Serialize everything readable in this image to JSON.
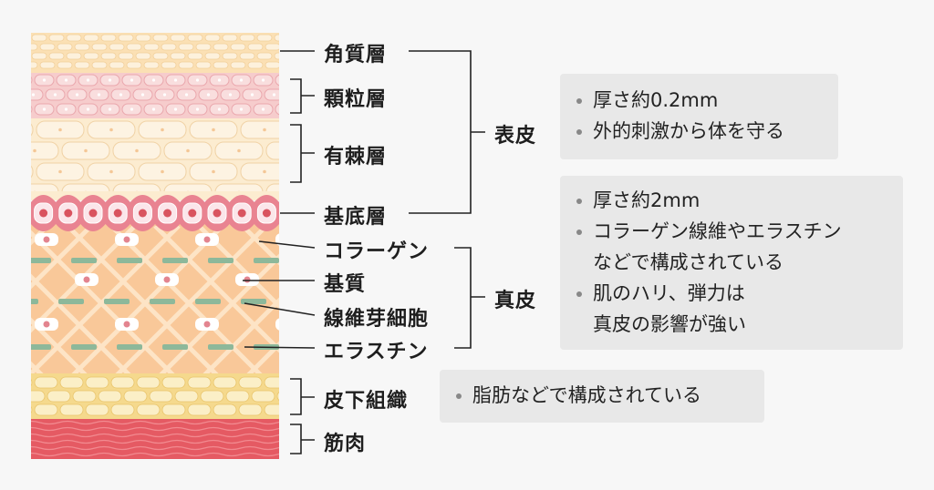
{
  "layers": {
    "stratum_corneum": "角質層",
    "stratum_granulosum": "顆粒層",
    "stratum_spinosum": "有棘層",
    "stratum_basale": "基底層",
    "collagen": "コラーゲン",
    "matrix": "基質",
    "fibroblast": "線維芽細胞",
    "elastin": "エラスチン",
    "subcutaneous": "皮下組織",
    "muscle": "筋肉"
  },
  "groups": {
    "epidermis": "表皮",
    "dermis": "真皮"
  },
  "notes": {
    "epidermis": [
      "厚さ約0.2mm",
      "外的刺激から体を守る"
    ],
    "dermis": {
      "thickness": "厚さ約2mm",
      "composition_line1": "コラーゲン線維やエラスチン",
      "composition_line2": "などで構成されている",
      "effect_line1": "肌のハリ、弾力は",
      "effect_line2": "真皮の影響が強い"
    },
    "subcutaneous": "脂肪などで構成されている"
  },
  "colors": {
    "corneum": "#fbe0b4",
    "granulosum": "#f6cccc",
    "spinosum": "#fcecd0",
    "basale": "#e98391",
    "dermis": "#f9c899",
    "fiber": "#fde4c6",
    "elastin": "#8db89a",
    "fat": "#f5d98d",
    "muscle": "#e55a63",
    "line": "#222222"
  }
}
